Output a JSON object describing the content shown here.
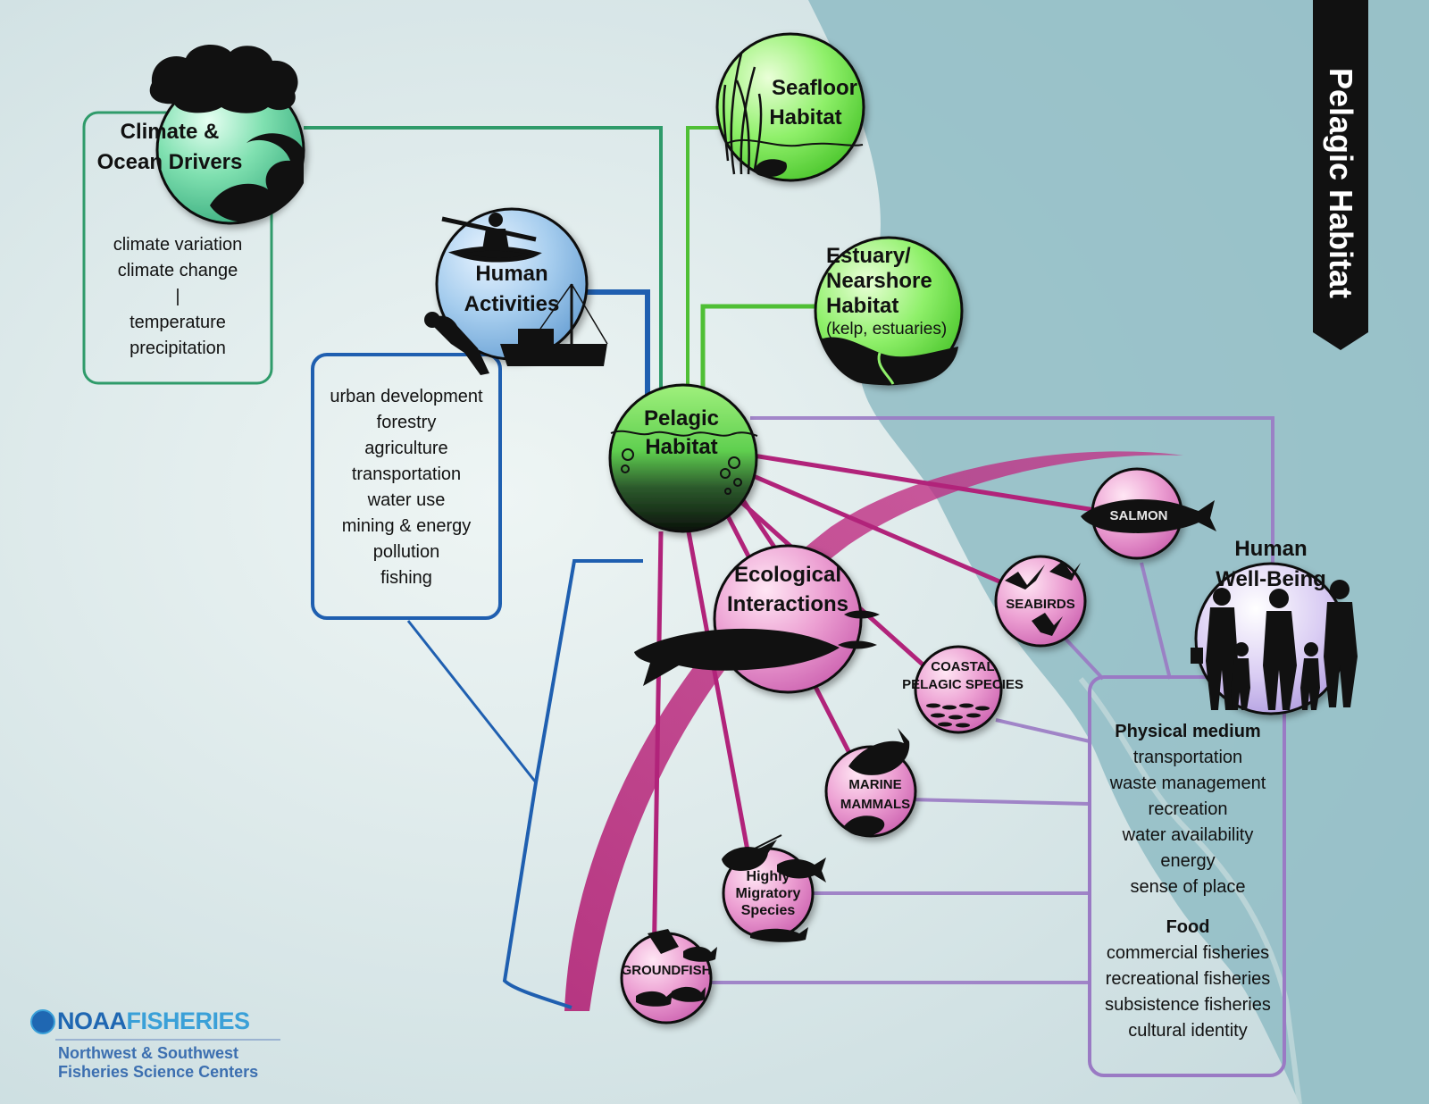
{
  "title": "Pelagic Habitat",
  "colors": {
    "background": "#dbe9ea",
    "water": "#8fbcc4",
    "climate_line": "#2f9b6a",
    "human_line": "#1f5fb0",
    "habitat_line": "#4fbf35",
    "eco_line": "#b1237a",
    "wellbeing_line": "#9a7ac4"
  },
  "nodes": {
    "climate": {
      "label_1": "Climate &",
      "label_2": "Ocean Drivers"
    },
    "human_activities": {
      "label_1": "Human",
      "label_2": "Activities"
    },
    "seafloor": {
      "label_1": "Seafloor",
      "label_2": "Habitat"
    },
    "estuary": {
      "label_1": "Estuary/",
      "label_2": "Nearshore",
      "label_3": "Habitat",
      "label_4": "(kelp, estuaries)"
    },
    "pelagic": {
      "label_1": "Pelagic",
      "label_2": "Habitat"
    },
    "ecological": {
      "label_1": "Ecological",
      "label_2": "Interactions"
    },
    "salmon": {
      "label": "SALMON"
    },
    "seabirds": {
      "label": "SEABIRDS"
    },
    "coastal_pelagic": {
      "label_1": "COASTAL",
      "label_2": "PELAGIC SPECIES"
    },
    "marine_mammals": {
      "label_1": "MARINE",
      "label_2": "MAMMALS"
    },
    "hms": {
      "label_1": "Highly",
      "label_2": "Migratory",
      "label_3": "Species"
    },
    "groundfish": {
      "label": "GROUNDFISH"
    },
    "wellbeing": {
      "label_1": "Human",
      "label_2": "Well-Being"
    }
  },
  "climate_list": [
    "climate variation",
    "climate change",
    "|",
    "temperature",
    "precipitation"
  ],
  "human_list": [
    "urban development",
    "forestry",
    "agriculture",
    "transportation",
    "water use",
    "mining & energy",
    "pollution",
    "fishing"
  ],
  "wellbeing_list": {
    "physical_heading": "Physical medium",
    "physical_items": [
      "transportation",
      "waste management",
      "recreation",
      "water availability",
      "energy",
      "sense of place"
    ],
    "food_heading": "Food",
    "food_items": [
      "commercial fisheries",
      "recreational fisheries",
      "subsistence fisheries",
      "cultural identity"
    ]
  },
  "footer": {
    "noaa_part1": "NOAA",
    "noaa_part2": "FISHERIES",
    "sub_1": "Northwest & Southwest",
    "sub_2": "Fisheries Science Centers"
  }
}
